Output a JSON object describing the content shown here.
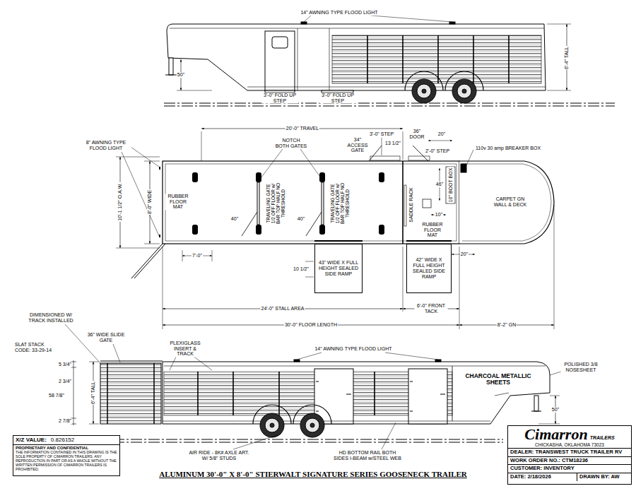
{
  "diagram": {
    "title": "ALUMINUM 30'-0\" X 8'-0\" STIERWALT SIGNATURE SERIES GOOSENECK TRAILER",
    "nodes": [
      {
        "text": [
          "43\" WIDE X FULL HEIGHT SEALED SIDE RAMP"
        ]
      },
      {
        "text": [
          "42\" WIDE X FULL HEIGHT SEALED SIDE RAMP"
        ]
      },
      {
        "text": [
          "X/Z VALUE:",
          "0.826152",
          "PROPRIETARY AND CONFIDENTIAL",
          "THE INFORMATION CONTAINED IN THIS DRAWING IS THE SOLE PROPERTY OF CIMARRON TRAILERS. ANY REPRODUCTION IN PART OR AS A WHOLE WITHOUT THE WRITTEN PERMISSION OF CIMARRON TRAILERS IS PROHIBITED."
        ]
      },
      {
        "text": [
          "Cimarron",
          "TRAILERS",
          "CHICKASHA, OKLAHOMA 73023",
          "DEALER: TRANSWEST TRUCK TRAILER RV",
          "WORK ORDER NO.: CTM18236",
          "CUSTOMER: INVENTORY",
          "DATE: 2/18/2026",
          "DRAWN BY: AW"
        ]
      }
    ],
    "labels": [
      "14\" AWNING TYPE FLOOD LIGHT",
      "6'-4\" TALL",
      "50\"",
      "3'-0\" FOLD UP STEP",
      "3'-0\" FOLD UP STEP",
      "20'-0\" TRAVEL",
      "8\" AWNING TYPE FLOOD LIGHT",
      "10'-1 1/2\" O.A.W.",
      "8'-0\" WIDE",
      "NOTCH BOTH GATES",
      "RUBBER FLOOR MAT",
      "TRAVELING GATE 1/2 OFF FLOOR w/ BAR TOP HALF NO THRESHOLD",
      "TRAVELING GATE 1/2 OFF FLOOR w/ BAR TOP HALF NO THRESHOLD",
      "40\"",
      "40\"",
      "13 1/2\"",
      "34\" ACCESS GATE",
      "3'-0\" STEP",
      "36\" DOOR",
      "2'-0\" STEP",
      "20\"",
      "10\" BOOT BOX",
      "110v 30 amp BREAKER BOX",
      "CARPET GN WALL & DECK",
      "46\"",
      "10\"",
      "SADDLE RACK",
      "RUBBER FLOOR MAT",
      "7'-0\"",
      "10 1/2\"",
      "20\"",
      "24'-0\" STALL AREA",
      "6'-0\" FRONT TACK",
      "30'-0\" FLOOR LENGTH",
      "8'-2\" GN",
      "DIMENSIONED W/ TRACK INSTALLED",
      "36\" WIDE SLIDE GATE",
      "SLAT STACK CODE: 33-29-14",
      "PLEXIGLASS INSERT & TRACK",
      "14\" AWNING TYPE FLOOD LIGHT",
      "CHARCOAL METALLIC SHEETS",
      "POLISHED 3/8 NOSESHEET",
      "6'-4\" TALL",
      "5 3/4\"",
      "2 3/4\"",
      "58 7/8\"",
      "2 7/8\"",
      "50\"",
      "AIR RIDE - 8K# AXLE ART. W/ 5/8\" STUDS",
      "HD BOTTOM RAIL BOTH SIDES I-BEAM w/STEEL WEB"
    ]
  }
}
